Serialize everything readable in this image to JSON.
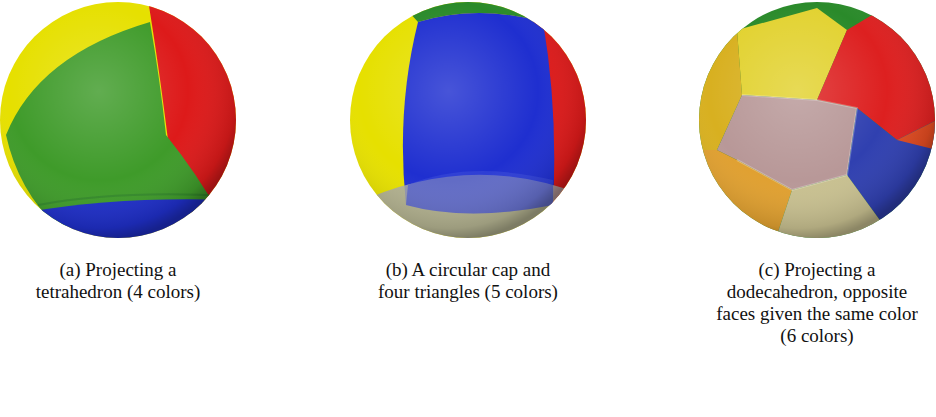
{
  "diagram": {
    "labels": [
      "(a) Projecting a tetrahedron (4 colors)",
      "(b) A circular cap and four triangles (5 colors)",
      "(c) Projecting a dodecahedron, opposite faces given the same color (6 colors)"
    ]
  }
}
